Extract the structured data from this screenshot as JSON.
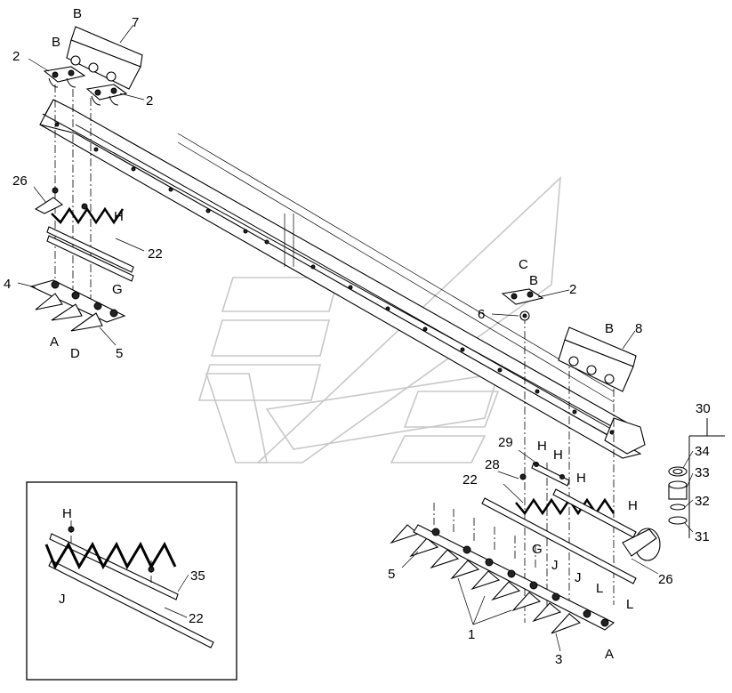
{
  "diagram": {
    "watermark_icon": "stylized-logo-watermark",
    "callouts": [
      {
        "id": "c-7",
        "text": "7"
      },
      {
        "id": "c-B-top",
        "text": "B"
      },
      {
        "id": "c-B-left",
        "text": "B"
      },
      {
        "id": "c-2-a",
        "text": "2"
      },
      {
        "id": "c-2-b",
        "text": "2"
      },
      {
        "id": "c-26-left",
        "text": "26"
      },
      {
        "id": "c-H-left",
        "text": "H"
      },
      {
        "id": "c-22-left",
        "text": "22"
      },
      {
        "id": "c-G-left",
        "text": "G"
      },
      {
        "id": "c-4",
        "text": "4"
      },
      {
        "id": "c-A-left",
        "text": "A"
      },
      {
        "id": "c-D",
        "text": "D"
      },
      {
        "id": "c-5-left",
        "text": "5"
      },
      {
        "id": "c-C",
        "text": "C"
      },
      {
        "id": "c-B-mid",
        "text": "B"
      },
      {
        "id": "c-2-c",
        "text": "2"
      },
      {
        "id": "c-6",
        "text": "6"
      },
      {
        "id": "c-B-right",
        "text": "B"
      },
      {
        "id": "c-8",
        "text": "8"
      },
      {
        "id": "c-30",
        "text": "30"
      },
      {
        "id": "c-34",
        "text": "34"
      },
      {
        "id": "c-33",
        "text": "33"
      },
      {
        "id": "c-32",
        "text": "32"
      },
      {
        "id": "c-31",
        "text": "31"
      },
      {
        "id": "c-29",
        "text": "29"
      },
      {
        "id": "c-H-r1",
        "text": "H"
      },
      {
        "id": "c-H-r2",
        "text": "H"
      },
      {
        "id": "c-28",
        "text": "28"
      },
      {
        "id": "c-22-right",
        "text": "22"
      },
      {
        "id": "c-H-r3",
        "text": "H"
      },
      {
        "id": "c-H-r4",
        "text": "H"
      },
      {
        "id": "c-5-right",
        "text": "5"
      },
      {
        "id": "c-G-right",
        "text": "G"
      },
      {
        "id": "c-J-r1",
        "text": "J"
      },
      {
        "id": "c-J-r2",
        "text": "J"
      },
      {
        "id": "c-L-1",
        "text": "L"
      },
      {
        "id": "c-26-right",
        "text": "26"
      },
      {
        "id": "c-L-2",
        "text": "L"
      },
      {
        "id": "c-1",
        "text": "1"
      },
      {
        "id": "c-3",
        "text": "3"
      },
      {
        "id": "c-A-right",
        "text": "A"
      },
      {
        "id": "c-H-inset",
        "text": "H"
      },
      {
        "id": "c-35",
        "text": "35"
      },
      {
        "id": "c-J-inset",
        "text": "J"
      },
      {
        "id": "c-22-inset",
        "text": "22"
      }
    ]
  }
}
